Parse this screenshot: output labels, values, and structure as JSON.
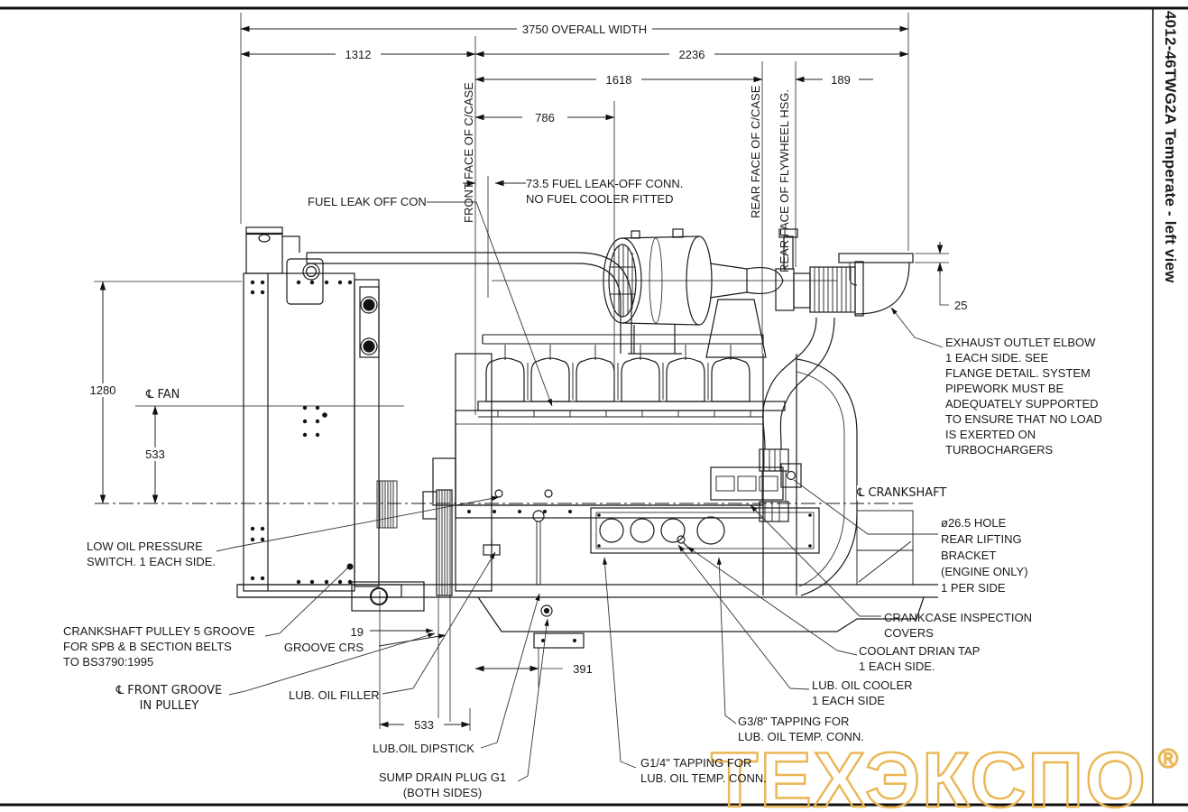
{
  "title_block": {
    "title": "4012-46TWG2A Temperate - left view"
  },
  "watermark": {
    "text": "ТЕХЭКСПО",
    "reg": "®",
    "color": "#eab653"
  },
  "colors": {
    "line": "#1a1a1a",
    "watermark_gold": "#eab653"
  },
  "dims": {
    "overall": "3750  OVERALL WIDTH",
    "d1312": "1312",
    "d2236": "2236",
    "d1618": "1618",
    "d189": "189",
    "d786": "786",
    "d25": "25",
    "d1280": "1280",
    "d533_fan": "533",
    "d391": "391",
    "groove_block": "19\nGROOVE CRS",
    "d533_bottom": "533"
  },
  "faces": {
    "front_ccase": "FRONT FACE OF C/CASE",
    "rear_ccase": "REAR FACE OF C/CASE",
    "rear_flywheel": "REAR FACE OF FLYWHEEL HSG."
  },
  "centerlines": {
    "fan": "℄ FAN",
    "crankshaft": "℄ CRANKSHAFT"
  },
  "callouts": {
    "fuel_leak_off": "FUEL LEAK OFF CON",
    "fuel_leak_note": "73.5 FUEL LEAK-OFF CONN.\nNO FUEL COOLER FITTED",
    "exhaust": "EXHAUST OUTLET ELBOW\n1 EACH SIDE. SEE\nFLANGE DETAIL. SYSTEM\nPIPEWORK MUST BE\nADEQUATELY SUPPORTED\nTO ENSURE THAT NO LOAD\nIS EXERTED ON\nTURBOCHARGERS",
    "rear_lifting": "ø26.5 HOLE\nREAR LIFTING\nBRACKET\n(ENGINE ONLY)\n1 PER SIDE",
    "low_oil": "LOW OIL PRESSURE\nSWITCH. 1 EACH SIDE.",
    "crank_pulley": "CRANKSHAFT PULLEY 5 GROOVE\nFOR SPB & B SECTION BELTS\nTO BS3790:1995",
    "front_groove": "℄ FRONT GROOVE\nIN PULLEY",
    "crankcase": "CRANKCASE INSPECTION\nCOVERS",
    "coolant": "COOLANT DRIAN TAP\n1 EACH SIDE.",
    "oil_cooler": "LUB. OIL COOLER\n1 EACH SIDE",
    "oil_filler": "LUB. OIL FILLER",
    "g38": "G3/8\" TAPPING FOR\nLUB. OIL TEMP. CONN.",
    "g14": "G1/4\" TAPPING FOR\nLUB. OIL TEMP. CONN.",
    "dipstick": "LUB.OIL DIPSTICK",
    "sump_drain": "SUMP DRAIN PLUG G1\n(BOTH SIDES)"
  }
}
